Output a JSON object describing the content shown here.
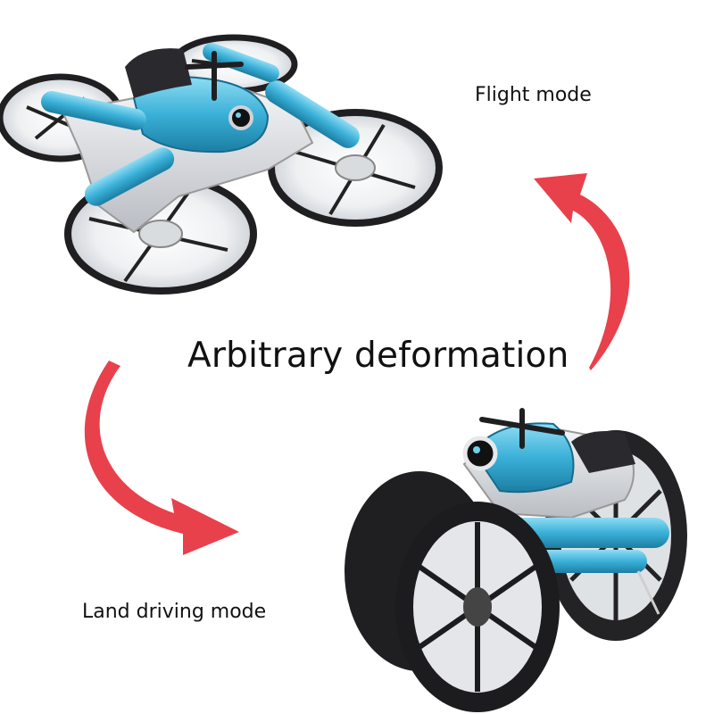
{
  "texts": {
    "flight_mode": "Flight mode",
    "headline": "Arbitrary deformation",
    "land_mode": "Land driving mode"
  },
  "colors": {
    "accent_arrow": "#e8414c",
    "body_blue": "#3ab0d8",
    "frame_dark": "#1f1f22",
    "frame_light": "#e3e5e8"
  },
  "icons": {
    "arrow_up": "curved-arrow-up-icon",
    "arrow_down": "curved-arrow-down-icon"
  }
}
